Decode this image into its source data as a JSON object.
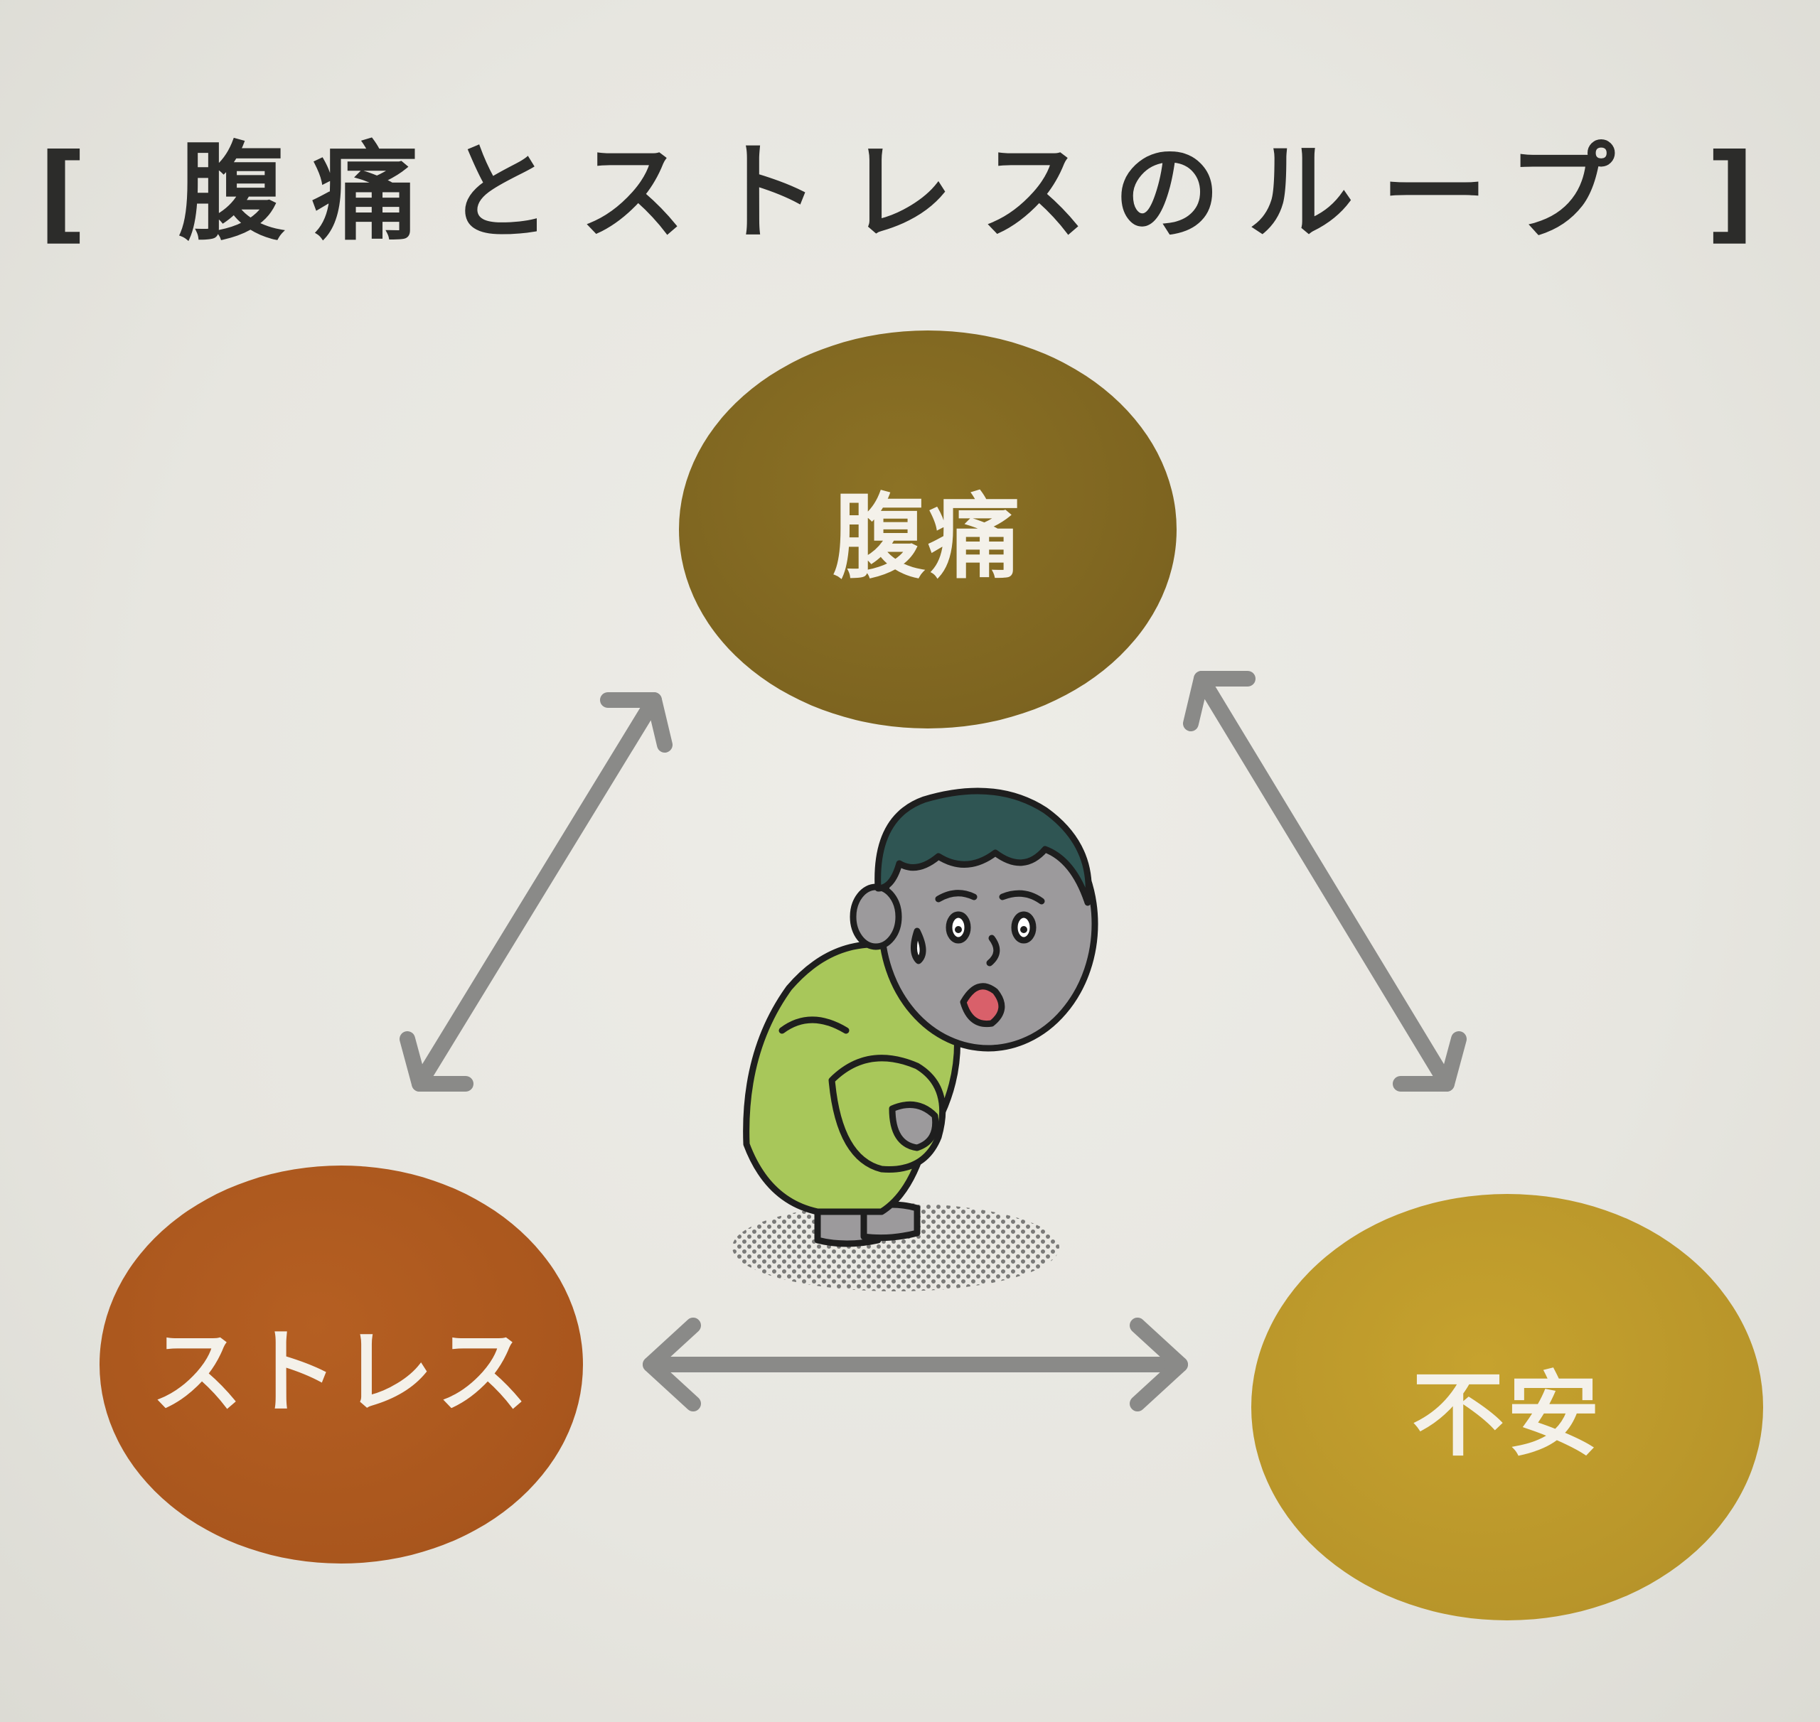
{
  "title": "[ 腹痛とストレスのループ ]",
  "nodes": {
    "top": "腹痛",
    "left": "ストレス",
    "right": "不安"
  },
  "colors": {
    "top_node": "#7d6420",
    "left_node": "#a9561d",
    "right_node": "#b8952a",
    "arrow": "#8a8a88",
    "person_clothes": "#a8c75a",
    "person_skin": "#9c9a9c",
    "person_hair": "#2f5553"
  },
  "icons": {
    "center_illustration": "crouching-person-stomachache-icon"
  }
}
